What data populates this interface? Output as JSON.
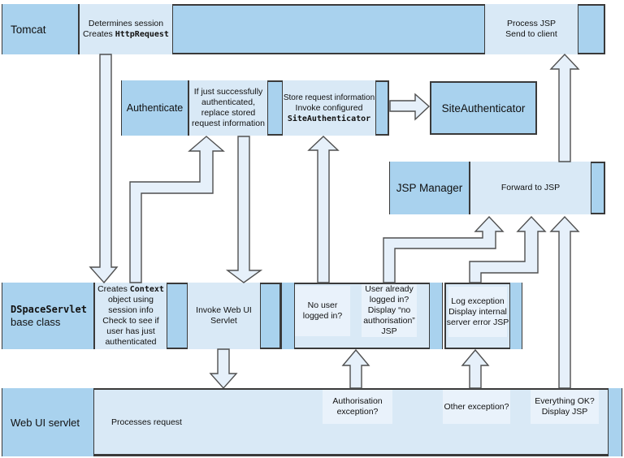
{
  "colors": {
    "dark_blue": "#a9d2ee",
    "light_blue": "#d9e9f6",
    "panel_blue": "#e9f2fb",
    "arrow_fill": "#e6f0fa",
    "border": "#3a3a3a"
  },
  "tomcat": {
    "label": "Tomcat",
    "session_box": {
      "line1": "Determines session",
      "line2_text": "Creates",
      "line2_code": "HttpRequest"
    },
    "process_box": {
      "line1": "Process JSP",
      "line2": "Send to client"
    }
  },
  "authenticate_row": {
    "label": "Authenticate",
    "replace_box": {
      "line1": "If just successfully",
      "line2": "authenticated,",
      "line3": "replace stored",
      "line4": "request information"
    },
    "store_box": {
      "line1": "Store request information",
      "line2": "Invoke configured",
      "line3_code": "SiteAuthenticator"
    }
  },
  "site_authenticator": {
    "label": "SiteAuthenticator"
  },
  "jsp_manager": {
    "label": "JSP Manager",
    "forward_box": "Forward to JSP"
  },
  "dspace_row": {
    "label_code": "DSpaceServlet",
    "label_text": "base class",
    "context_box": {
      "line1_text": "Creates",
      "line1_code": "Context",
      "line2": "object using",
      "line3": "session info",
      "line4": "Check to see if",
      "line5": "user has just",
      "line6": "authenticated"
    },
    "invoke_box": {
      "line1": "Invoke Web UI",
      "line2": "Servlet"
    },
    "no_user_box": {
      "line1": "No user",
      "line2": "logged in?"
    },
    "user_already_box": {
      "line1": "User already",
      "line2": "logged in?",
      "line3": "Display “no",
      "line4": "authorisation”",
      "line5": "JSP"
    },
    "log_box": {
      "line1": "Log exception",
      "line2": "Display internal",
      "line3": "server error JSP"
    }
  },
  "webui_row": {
    "label": "Web UI servlet",
    "processes_box": "Processes request",
    "auth_box": {
      "line1": "Authorisation",
      "line2": "exception?"
    },
    "other_box": {
      "line1": "Other exception?"
    },
    "ok_box": {
      "line1": "Everything OK?",
      "line2": "Display JSP"
    }
  }
}
